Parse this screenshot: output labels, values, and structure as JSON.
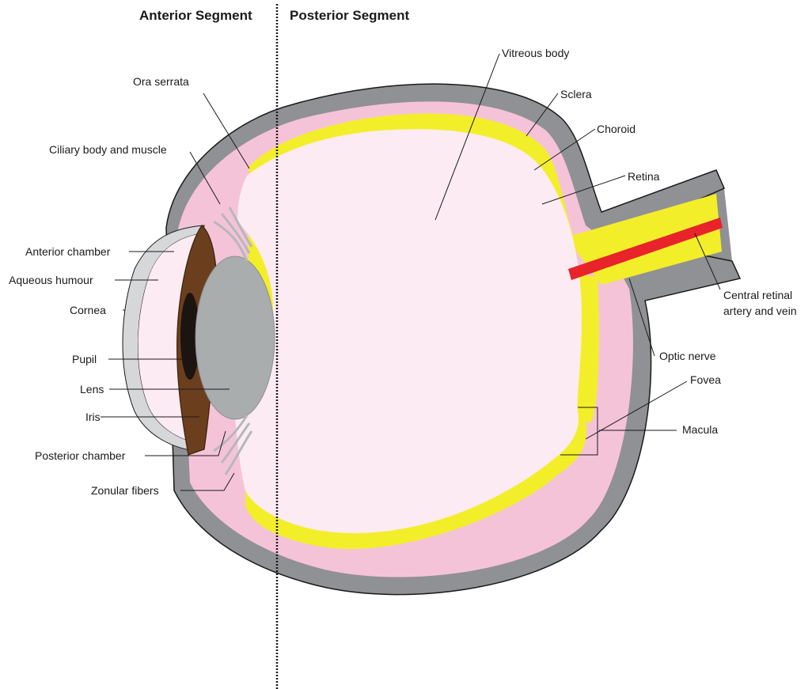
{
  "headings": {
    "anterior": "Anterior Segment",
    "posterior": "Posterior Segment"
  },
  "labels": {
    "vitreous_body": "Vitreous body",
    "sclera": "Sclera",
    "choroid": "Choroid",
    "retina": "Retina",
    "ora_serrata": "Ora serrata",
    "ciliary_body": "Ciliary body and muscle",
    "anterior_chamber": "Anterior chamber",
    "aqueous_humour": "Aqueous humour",
    "cornea": "Cornea",
    "pupil": "Pupil",
    "lens": "Lens",
    "iris": "Iris",
    "posterior_chamber": "Posterior chamber",
    "zonular_fibers": "Zonular fibers",
    "central_retinal_line1": "Central retinal",
    "central_retinal_line2": "artery and vein",
    "optic_nerve": "Optic nerve",
    "fovea": "Fovea",
    "macula": "Macula"
  },
  "colors": {
    "sclera": "#8f9194",
    "choroid": "#f5c3d8",
    "retina": "#f3ee2a",
    "vitreous": "#fcebf2",
    "artery": "#e8232a",
    "iris": "#6b3f1d",
    "iris_edge": "#4a2a12",
    "lens": "#a9adae",
    "cornea": "#d6d7d8",
    "pupil": "#1c1410",
    "fibers": "#b5b8ba"
  }
}
